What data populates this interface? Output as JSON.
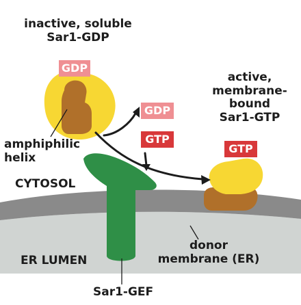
{
  "labels": {
    "inactive_line1": "inactive, soluble",
    "inactive_line2": "Sar1-GDP",
    "active_line1": "active,",
    "active_line2": "membrane-",
    "active_line3": "bound",
    "active_line4": "Sar1-GTP",
    "amphiphilic_line1": "amphiphilic",
    "amphiphilic_line2": "helix",
    "cytosol": "CYTOSOL",
    "er_lumen": "ER LUMEN",
    "donor_line1": "donor",
    "donor_line2": "membrane (ER)",
    "sar1_gef": "Sar1-GEF"
  },
  "nucleotide_tags": {
    "gdp_bound": "GDP",
    "gdp_released": "GDP",
    "gtp_incoming": "GTP",
    "gtp_bound": "GTP"
  },
  "colors": {
    "sar1_body": "#f7d733",
    "amphiphilic_helix": "#b0702a",
    "gef": "#2f8f47",
    "membrane": "#8a8a8a",
    "lumen": "#d0d4d2",
    "gtp_tag": "#d8383a",
    "gdp_tag": "#ef8f93"
  }
}
